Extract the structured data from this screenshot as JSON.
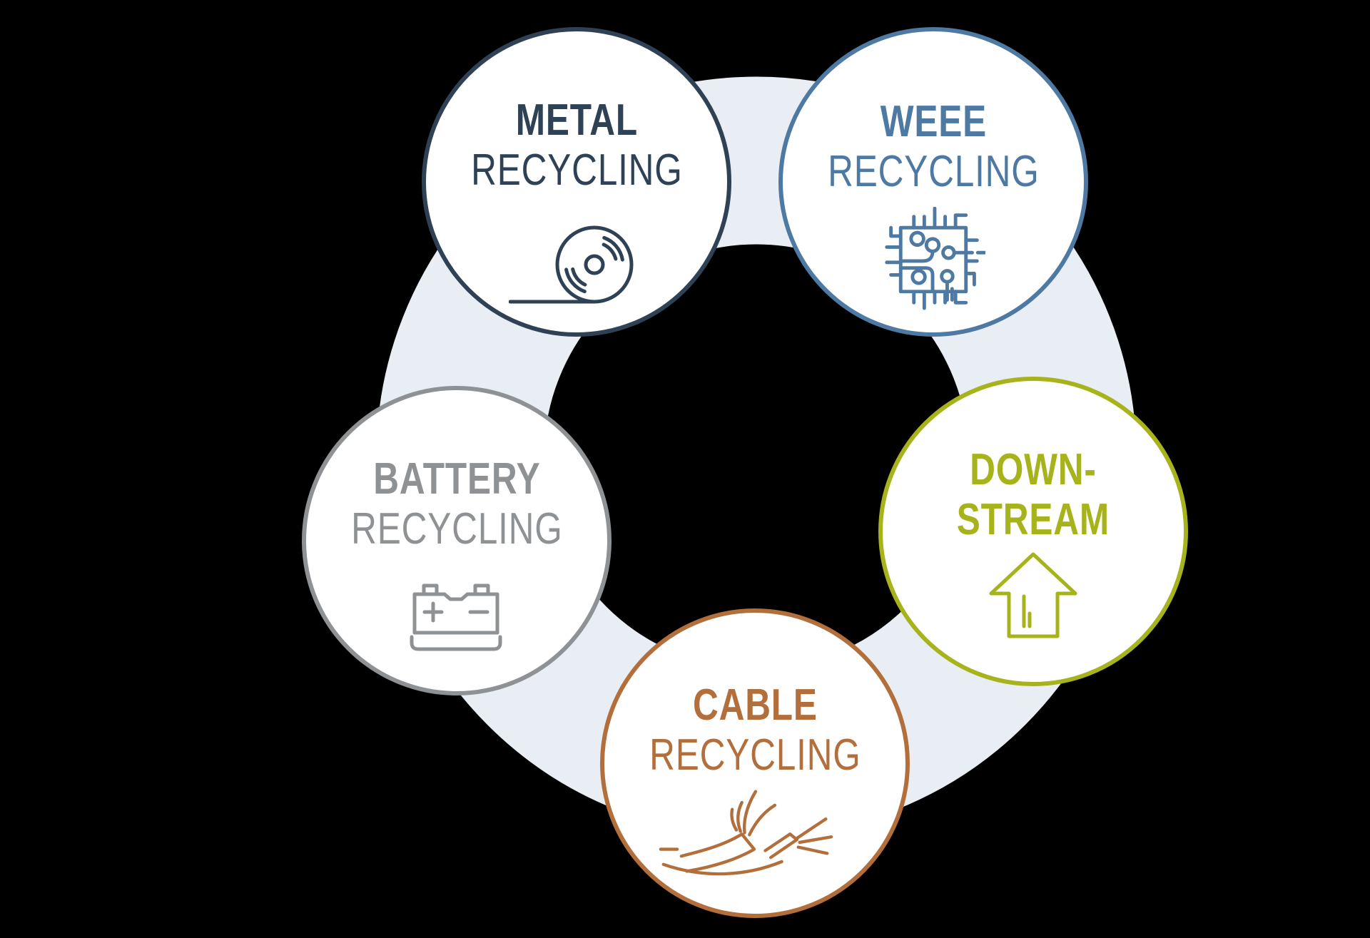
{
  "diagram": {
    "background_color": "#000000",
    "ring": {
      "color": "#E9EEF4"
    },
    "nodes": [
      {
        "id": "metal-recycling",
        "line1": "METAL",
        "line2": "RECYCLING",
        "color": "#2E4155",
        "icon": "metal-coil-icon"
      },
      {
        "id": "weee-recycling",
        "line1": "WEEE",
        "line2": "RECYCLING",
        "color": "#4D79A2",
        "icon": "circuit-board-icon"
      },
      {
        "id": "battery-recycling",
        "line1": "BATTERY",
        "line2": "RECYCLING",
        "color": "#8F9294",
        "icon": "car-battery-icon"
      },
      {
        "id": "downstream",
        "line1": "DOWN-",
        "line2": "STREAM",
        "color": "#A7B31B",
        "icon": "arrow-up-icon"
      },
      {
        "id": "cable-recycling",
        "line1": "CABLE",
        "line2": "RECYCLING",
        "color": "#B26F3C",
        "icon": "stripped-cable-icon"
      }
    ]
  }
}
